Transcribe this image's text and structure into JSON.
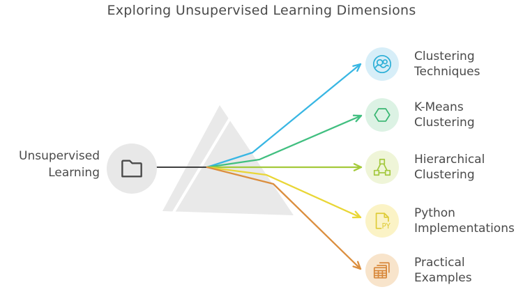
{
  "title": "Exploring Unsupervised Learning Dimensions",
  "root": {
    "lines": [
      "Unsupervised",
      "Learning"
    ],
    "icon": "folder-icon",
    "icon_color": "#4a4a4a",
    "circle_bg": "#e8e8e8",
    "line_color": "#3f3f3f"
  },
  "prism": {
    "fill": "#e9e9e9",
    "stripe_color": "#ffffff"
  },
  "branches": [
    {
      "lines": [
        "Clustering",
        "Techniques"
      ],
      "icon": "users-icon",
      "ray_color": "#38b6e3",
      "icon_color": "#2aaed6",
      "circle_bg": "#d7eef8"
    },
    {
      "lines": [
        "K-Means",
        "Clustering"
      ],
      "icon": "hexagon-icon",
      "ray_color": "#41bf80",
      "icon_color": "#36b570",
      "circle_bg": "#dcf2e4"
    },
    {
      "lines": [
        "Hierarchical",
        "Clustering"
      ],
      "icon": "hierarchy-icon",
      "ray_color": "#a4ca3a",
      "icon_color": "#a3c83d",
      "circle_bg": "#eff5d8"
    },
    {
      "lines": [
        "Python",
        "Implementations"
      ],
      "icon": "file-py-icon",
      "ray_color": "#e9d636",
      "icon_color": "#decb37",
      "circle_bg": "#fbf3c6"
    },
    {
      "lines": [
        "Practical",
        "Examples"
      ],
      "icon": "tables-icon",
      "ray_color": "#db8e3e",
      "icon_color": "#d8883b",
      "circle_bg": "#f8e4cb"
    }
  ]
}
